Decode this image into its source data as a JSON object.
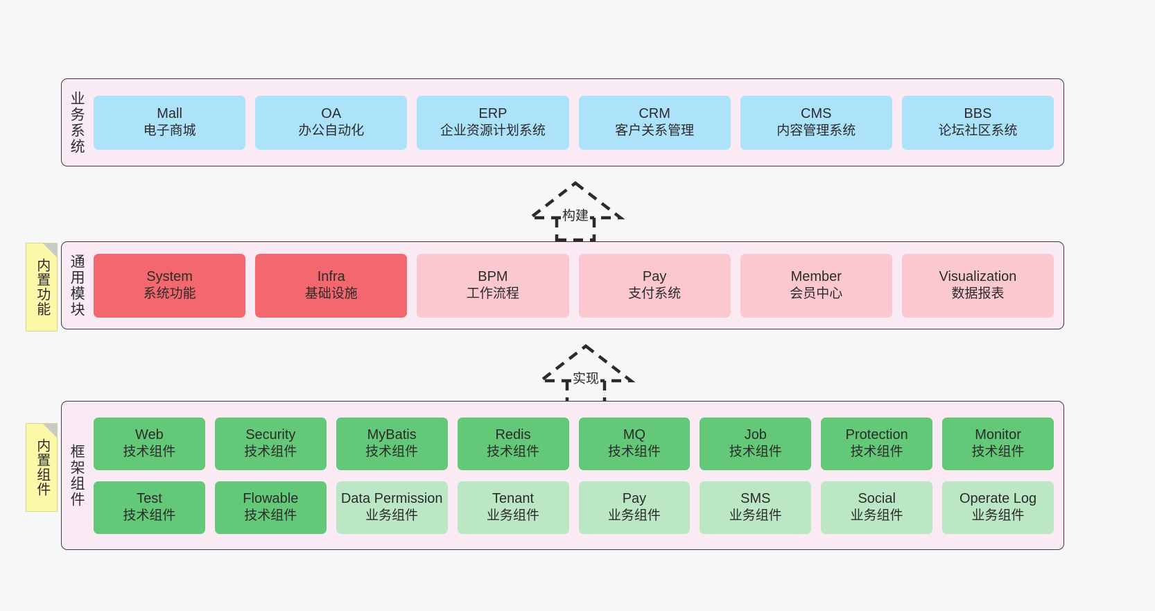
{
  "diagram": {
    "background": "#f7f7f7",
    "layer_fill": "#f9eaf4",
    "layer_border": "#3d3846",
    "sticky_fill": "#fbf8a8"
  },
  "layers": [
    {
      "id": "business-system",
      "title": "业务系统",
      "card_color": "#ade2fb",
      "cards": [
        {
          "name": "Mall",
          "desc": "电子商城"
        },
        {
          "name": "OA",
          "desc": "办公自动化"
        },
        {
          "name": "ERP",
          "desc": "企业资源计划系统"
        },
        {
          "name": "CRM",
          "desc": "客户关系管理"
        },
        {
          "name": "CMS",
          "desc": "内容管理系统"
        },
        {
          "name": "BBS",
          "desc": "论坛社区系统"
        }
      ]
    },
    {
      "id": "common-module",
      "title": "通用模块",
      "sticky": "内置功能",
      "card_color_strong": "#f2686e",
      "card_color_light": "#fbc8d0",
      "cards": [
        {
          "name": "System",
          "desc": "系统功能",
          "style": "red"
        },
        {
          "name": "Infra",
          "desc": "基础设施",
          "style": "red"
        },
        {
          "name": "BPM",
          "desc": "工作流程",
          "style": "pink"
        },
        {
          "name": "Pay",
          "desc": "支付系统",
          "style": "pink"
        },
        {
          "name": "Member",
          "desc": "会员中心",
          "style": "pink"
        },
        {
          "name": "Visualization",
          "desc": "数据报表",
          "style": "pink"
        }
      ]
    },
    {
      "id": "framework-component",
      "title": "框架组件",
      "sticky": "内置组件",
      "card_color_strong": "#63c878",
      "card_color_light": "#bce7c4",
      "row1": [
        {
          "name": "Web",
          "desc": "技术组件",
          "style": "green"
        },
        {
          "name": "Security",
          "desc": "技术组件",
          "style": "green"
        },
        {
          "name": "MyBatis",
          "desc": "技术组件",
          "style": "green"
        },
        {
          "name": "Redis",
          "desc": "技术组件",
          "style": "green"
        },
        {
          "name": "MQ",
          "desc": "技术组件",
          "style": "green"
        },
        {
          "name": "Job",
          "desc": "技术组件",
          "style": "green"
        },
        {
          "name": "Protection",
          "desc": "技术组件",
          "style": "green"
        },
        {
          "name": "Monitor",
          "desc": "技术组件",
          "style": "green"
        }
      ],
      "row2": [
        {
          "name": "Test",
          "desc": "技术组件",
          "style": "green"
        },
        {
          "name": "Flowable",
          "desc": "技术组件",
          "style": "green"
        },
        {
          "name": "Data Permission",
          "desc": "业务组件",
          "style": "green-light"
        },
        {
          "name": "Tenant",
          "desc": "业务组件",
          "style": "green-light"
        },
        {
          "name": "Pay",
          "desc": "业务组件",
          "style": "green-light"
        },
        {
          "name": "SMS",
          "desc": "业务组件",
          "style": "green-light"
        },
        {
          "name": "Social",
          "desc": "业务组件",
          "style": "green-light"
        },
        {
          "name": "Operate Log",
          "desc": "业务组件",
          "style": "green-light"
        }
      ]
    }
  ],
  "connectors": [
    {
      "id": "build",
      "label": "构建",
      "style": "dashed-hollow-arrow-up"
    },
    {
      "id": "implement",
      "label": "实现",
      "style": "dashed-hollow-arrow-up"
    }
  ]
}
